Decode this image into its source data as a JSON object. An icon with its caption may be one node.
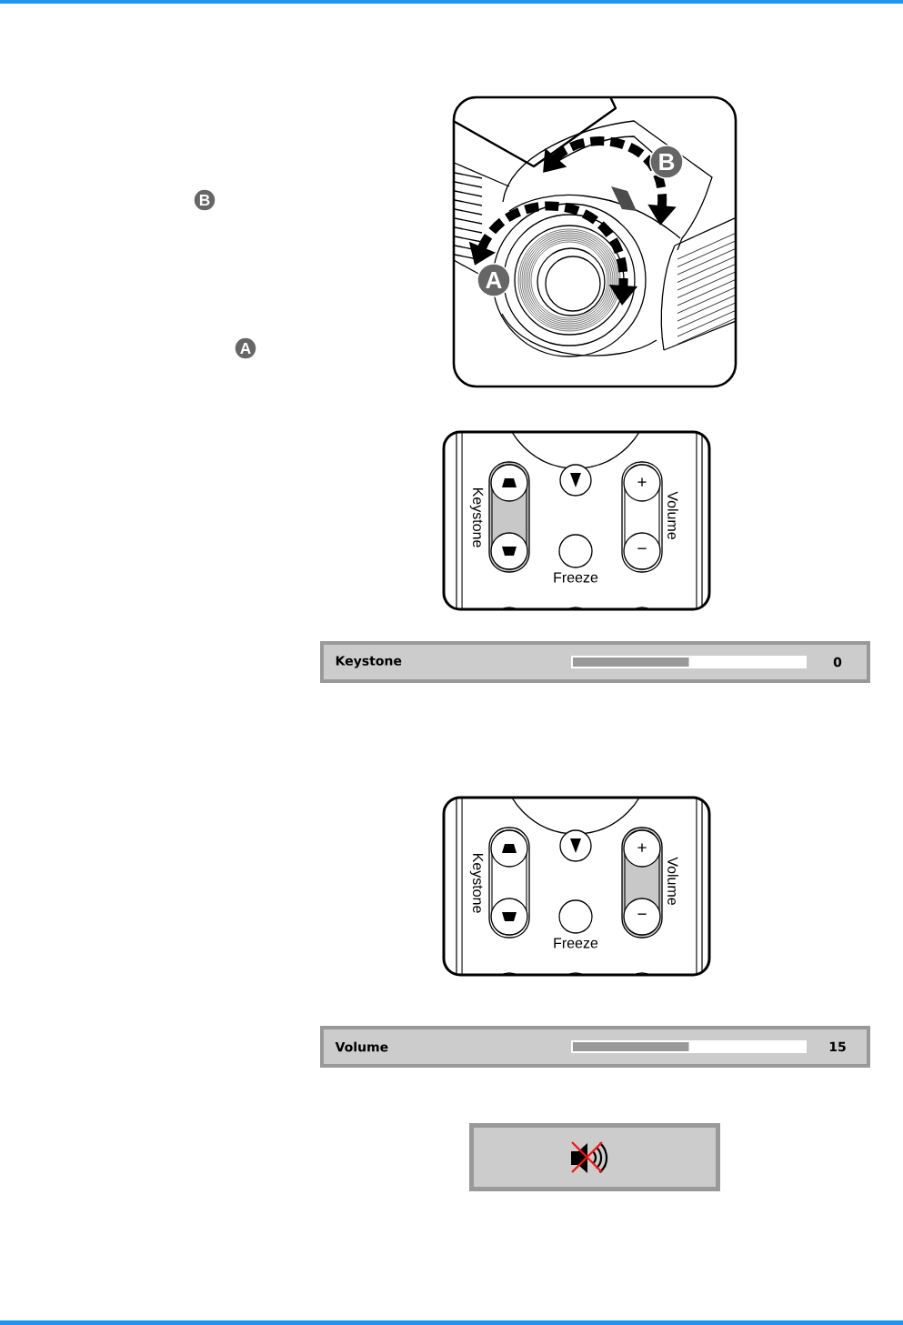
{
  "diagram": {
    "nodes": [
      {
        "text": [
          "Keystone",
          "0"
        ]
      },
      {
        "text": [
          "Volume",
          "15"
        ]
      },
      {
        "text": [],
        "shape": "box"
      }
    ],
    "labels": [
      "B",
      "B",
      "A",
      "A",
      "Keystone",
      "Volume",
      "+",
      "−",
      "Freeze",
      "Keystone",
      "Volume",
      "+",
      "−",
      "Freeze"
    ]
  }
}
